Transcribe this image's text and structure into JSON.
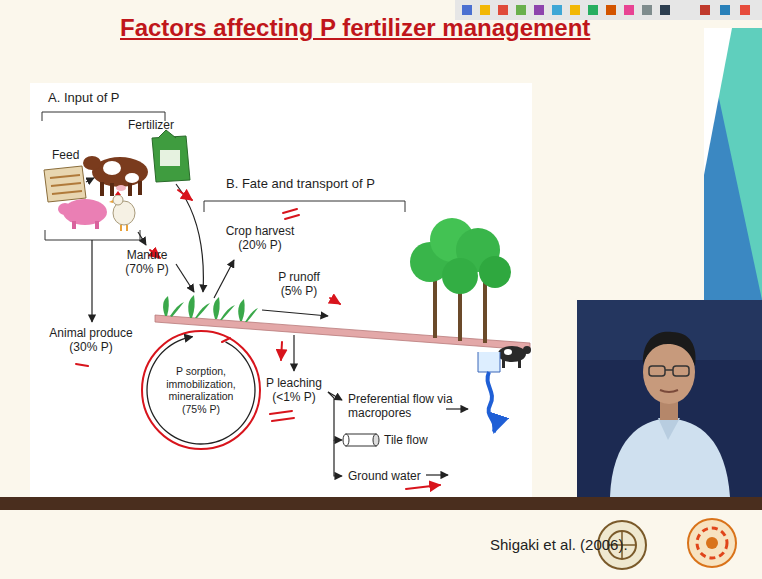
{
  "diagram": {
    "title": "Factors affecting P fertilizer management",
    "caption": "Shigaki et al. (2006).",
    "nodes": [
      {
        "text": [
          "P sorption, immobilization, mineralization (75% P)"
        ]
      }
    ],
    "labels": [
      "A. Input of P",
      "Feed",
      "Fertilizer",
      "Manure (70% P)",
      "Animal produce (30% P)",
      "B. Fate and transport of P",
      "Crop harvest (20% P)",
      "P runoff (5% P)",
      "P leaching (<1% P)",
      "Preferential flow via macropores",
      "Tile flow",
      "Ground water"
    ]
  }
}
